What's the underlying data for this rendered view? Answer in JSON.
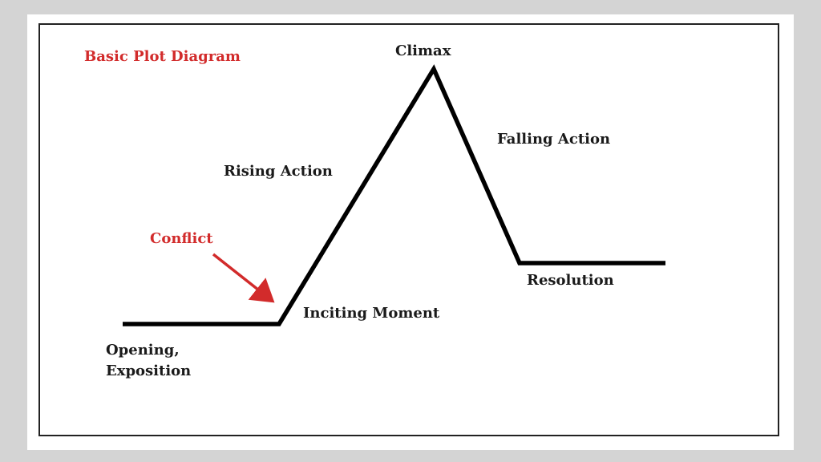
{
  "colors": {
    "background": "#d4d4d4",
    "canvas": "#ffffff",
    "line": "#000000",
    "text": "#1a1a1a",
    "accent": "#d22b2b"
  },
  "diagram": {
    "title": "Basic Plot Diagram",
    "labels": {
      "climax": "Climax",
      "falling_action": "Falling Action",
      "rising_action": "Rising Action",
      "conflict": "Conflict",
      "inciting_moment": "Inciting Moment",
      "resolution": "Resolution",
      "opening_line1": "Opening,",
      "opening_line2": "Exposition"
    }
  }
}
